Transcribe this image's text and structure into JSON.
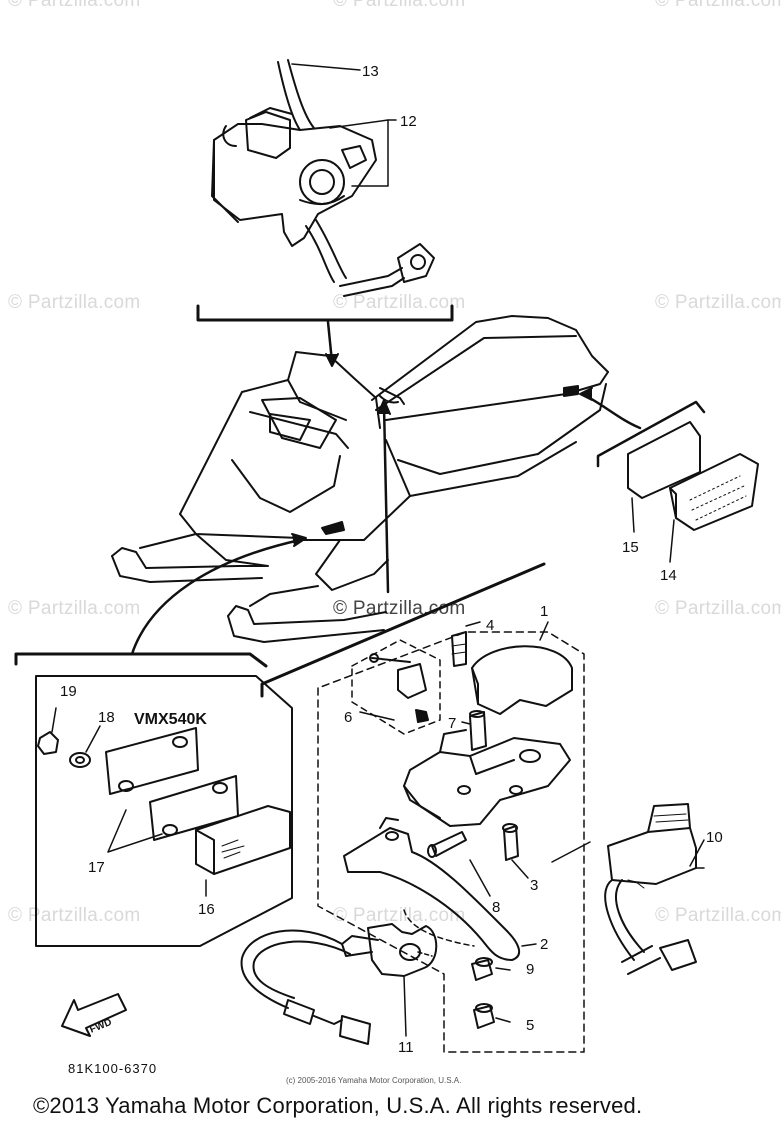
{
  "watermarks": [
    "© Partzilla.com",
    "© Partzilla.com",
    "© Partzilla.com",
    "© Partzilla.com",
    "© Partzilla.com",
    "© Partzilla.com",
    "© Partzilla.com",
    "© Partzilla.com",
    "© Partzilla.com",
    "© Partzilla.com",
    "© Partzilla.com",
    "© Partzilla.com"
  ],
  "callouts": {
    "c1": "1",
    "c2": "2",
    "c3": "3",
    "c4": "4",
    "c5": "5",
    "c6": "6",
    "c7": "7",
    "c8": "8",
    "c9": "9",
    "c10": "10",
    "c11": "11",
    "c12": "12",
    "c13": "13",
    "c14": "14",
    "c15": "15",
    "c16": "16",
    "c17": "17",
    "c18": "18",
    "c19": "19"
  },
  "model_label": "VMX540K",
  "fwd_label": "FWD",
  "part_code": "81K100-6370",
  "small_copyright": "(c) 2005-2016 Yamaha Motor Corporation, U.S.A.",
  "footer_copyright": "©2013 Yamaha Motor Corporation, U.S.A. All rights reserved."
}
